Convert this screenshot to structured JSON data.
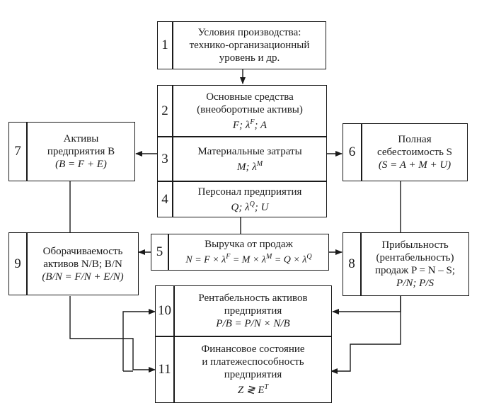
{
  "diagram": {
    "b1": {
      "num": "1",
      "lines": [
        "Условия производства:",
        "технико-организационный",
        "уровень и др."
      ]
    },
    "b2": {
      "num": "2",
      "lines": [
        "Основные средства",
        "(внеоборотные активы)"
      ],
      "formula": "F; λ^F; A"
    },
    "b3": {
      "num": "3",
      "lines": [
        "Материальные затраты"
      ],
      "formula": "M; λ^M"
    },
    "b4": {
      "num": "4",
      "lines": [
        "Персонал предприятия"
      ],
      "formula": "Q; λ^Q; U"
    },
    "b5": {
      "num": "5",
      "lines": [
        "Выручка от продаж"
      ],
      "formula": "N = F × λ^F = M × λ^M = Q × λ^Q"
    },
    "b6": {
      "num": "6",
      "lines": [
        "Полная",
        "себестоимость S"
      ],
      "formula": "(S = A + M + U)"
    },
    "b7": {
      "num": "7",
      "lines": [
        "Активы",
        "предприятия B"
      ],
      "formula": "(B = F + E)"
    },
    "b8": {
      "num": "8",
      "lines": [
        "Прибыльность",
        "(рентабельность)",
        "продаж P = N – S;"
      ],
      "formula": "P/N; P/S"
    },
    "b9": {
      "num": "9",
      "lines": [
        "Оборачиваемость",
        "активов N/B; B/N"
      ],
      "formula": "(B/N = F/N + E/N)"
    },
    "b10": {
      "num": "10",
      "lines": [
        "Рентабельность активов",
        "предприятия"
      ],
      "formula": "P/B = P/N × N/B"
    },
    "b11": {
      "num": "11",
      "lines": [
        "Финансовое состояние",
        "и платежеспособность",
        "предприятия"
      ],
      "formula": "Z ≷ E^T"
    }
  }
}
